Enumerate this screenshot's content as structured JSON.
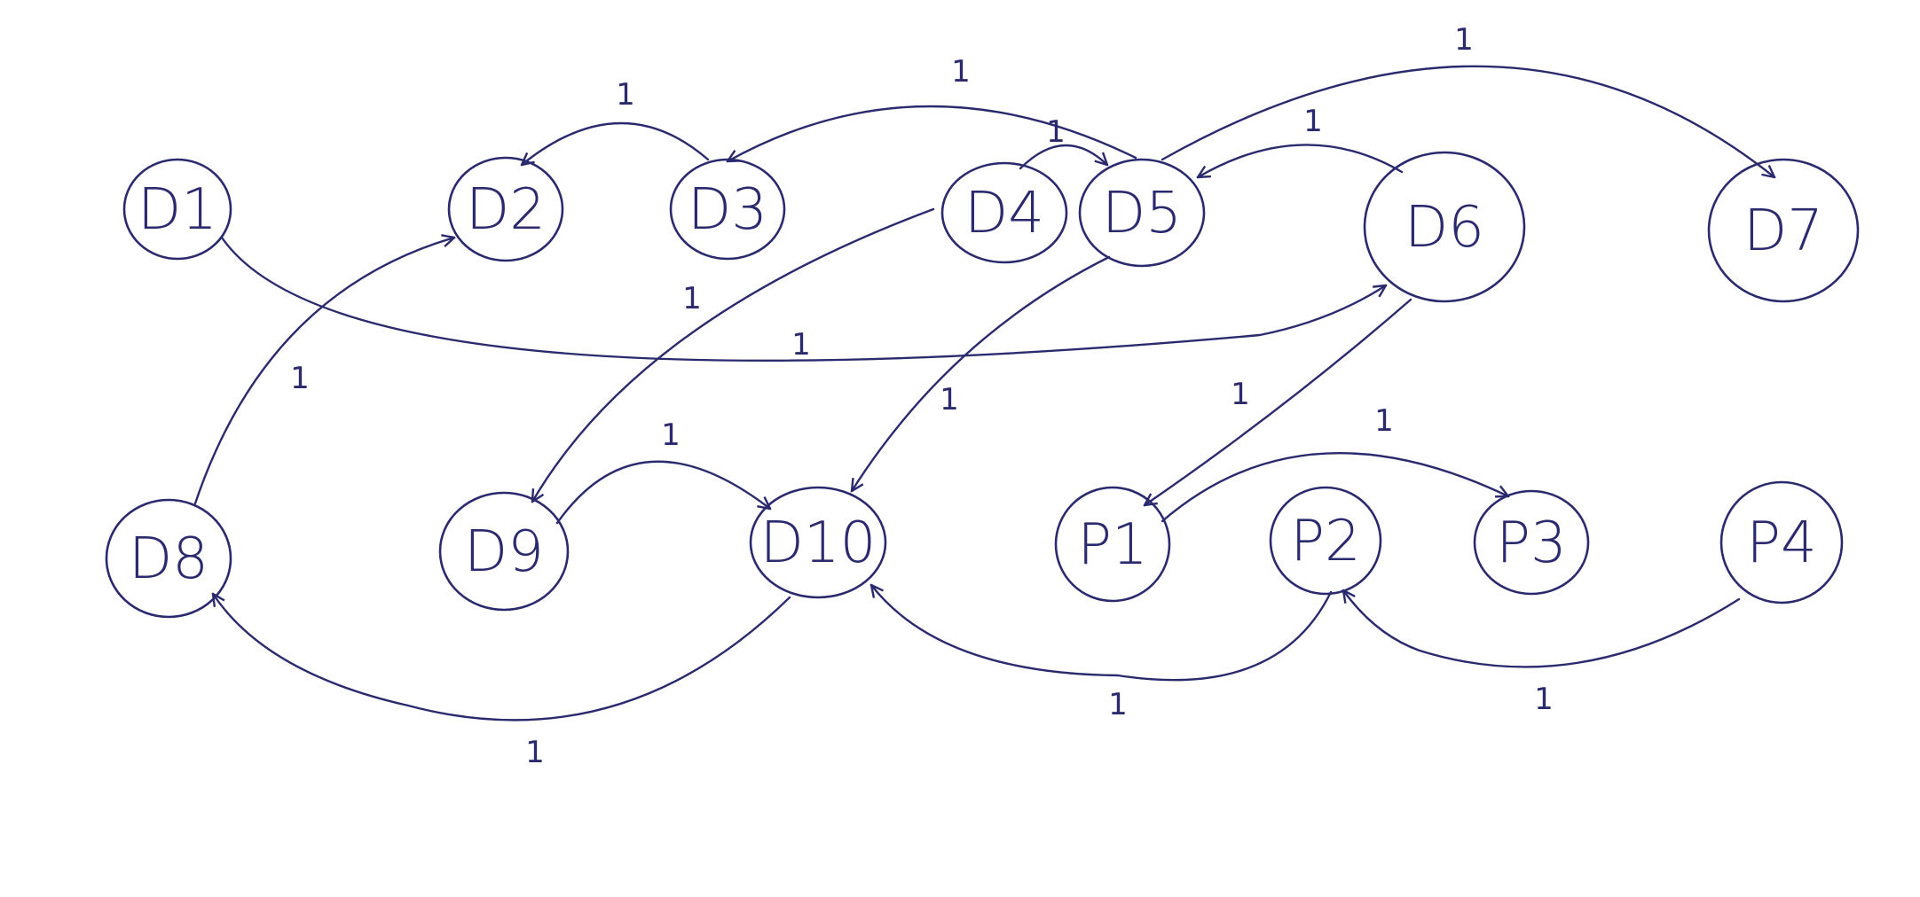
{
  "colors": {
    "ink": "#2b2a6e",
    "paper": "#ffffff"
  },
  "nodes": [
    {
      "id": "D1",
      "label": "D1"
    },
    {
      "id": "D2",
      "label": "D2"
    },
    {
      "id": "D3",
      "label": "D3"
    },
    {
      "id": "D4",
      "label": "D4"
    },
    {
      "id": "D5",
      "label": "D5"
    },
    {
      "id": "D6",
      "label": "D6"
    },
    {
      "id": "D7",
      "label": "D7"
    },
    {
      "id": "D8",
      "label": "D8"
    },
    {
      "id": "D9",
      "label": "D9"
    },
    {
      "id": "D10",
      "label": "D10"
    },
    {
      "id": "P1",
      "label": "P1"
    },
    {
      "id": "P2",
      "label": "P2"
    },
    {
      "id": "P3",
      "label": "P3"
    },
    {
      "id": "P4",
      "label": "P4"
    }
  ],
  "edges": [
    {
      "from": "D3",
      "to": "D2",
      "weight": "1"
    },
    {
      "from": "D5",
      "to": "D3",
      "weight": "1"
    },
    {
      "from": "D4",
      "to": "D5",
      "weight": "1"
    },
    {
      "from": "D6",
      "to": "D5",
      "weight": "1"
    },
    {
      "from": "D5",
      "to": "D7",
      "weight": "1"
    },
    {
      "from": "D1",
      "to": "D6",
      "weight": "1"
    },
    {
      "from": "D8",
      "to": "D2",
      "weight": "1"
    },
    {
      "from": "D4",
      "to": "D9",
      "weight": "1"
    },
    {
      "from": "D5",
      "to": "D10",
      "weight": "1"
    },
    {
      "from": "D6",
      "to": "P1",
      "weight": "1"
    },
    {
      "from": "D9",
      "to": "D10",
      "weight": "1"
    },
    {
      "from": "P1",
      "to": "P3",
      "weight": "1"
    },
    {
      "from": "D10",
      "to": "D8",
      "weight": "1"
    },
    {
      "from": "P2",
      "to": "D10",
      "weight": "1"
    },
    {
      "from": "P4",
      "to": "P2",
      "weight": "1"
    }
  ]
}
